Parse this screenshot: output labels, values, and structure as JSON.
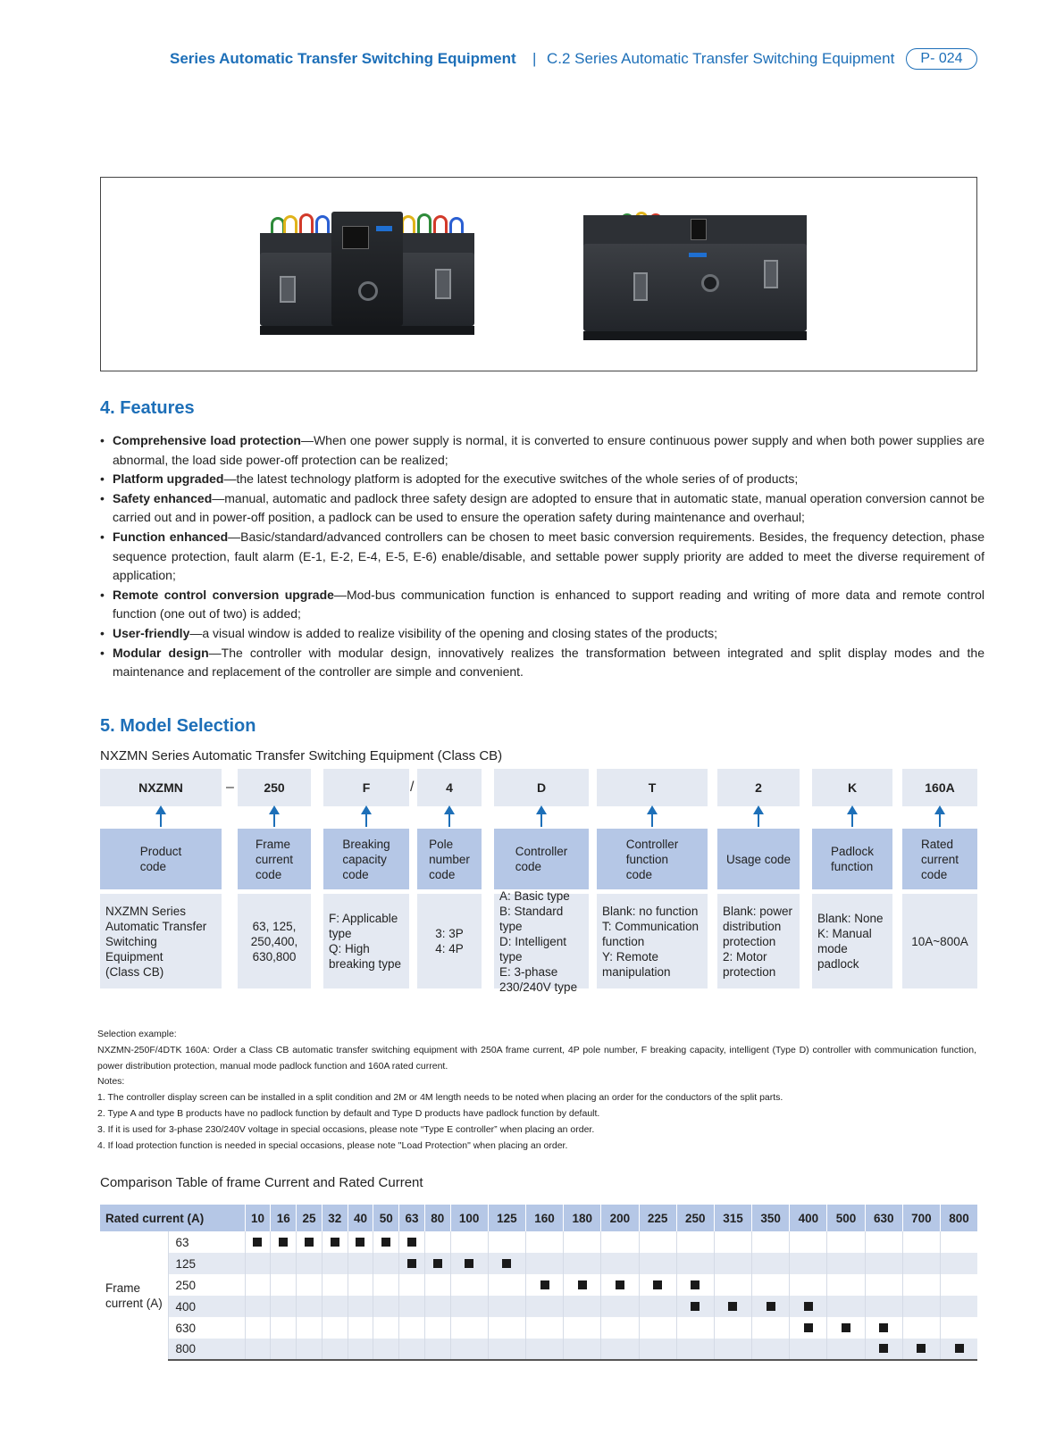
{
  "header": {
    "title_bold": "Series Automatic Transfer Switching Equipment",
    "separator": "|",
    "title_sub": "C.2 Series Automatic Transfer Switching Equipment",
    "page": "P- 024"
  },
  "features": {
    "heading": "4. Features",
    "bullet": "•",
    "items": [
      {
        "name": "Comprehensive load protection",
        "text": "—When one power supply is normal, it is converted to ensure continuous power supply and when both power supplies are abnormal, the load side power-off protection can be realized;"
      },
      {
        "name": "Platform upgraded",
        "text": "—the latest technology platform is adopted for the executive switches of the whole series of of products;"
      },
      {
        "name": "Safety enhanced",
        "text": "—manual, automatic and padlock three safety design are adopted to ensure that in automatic state, manual operation conversion cannot be carried out and in power-off position, a padlock can be used to ensure the operation safety during maintenance and overhaul;"
      },
      {
        "name": "Function enhanced",
        "text": "—Basic/standard/advanced controllers can be chosen to meet basic conversion requirements. Besides, the frequency detection, phase sequence protection, fault alarm (E-1, E-2, E-4, E-5, E-6) enable/disable, and settable power supply priority are added to meet the diverse requirement of application;"
      },
      {
        "name": "Remote control conversion upgrade",
        "text": "—Mod-bus communication function is enhanced to support reading and writing of more data and remote control function (one out of two) is added;"
      },
      {
        "name": "User-friendly",
        "text": "—a visual window is added to realize visibility of the opening and closing states of the products;"
      },
      {
        "name": "Modular design",
        "text": "—The controller with modular design, innovatively realizes the transformation between integrated and split display modes and the maintenance and replacement of the controller are simple and convenient."
      }
    ]
  },
  "model_selection": {
    "heading": "5. Model Selection",
    "subtitle": "NXZMN Series Automatic Transfer Switching Equipment (Class CB)",
    "separators": {
      "dash": "–",
      "slash": "/"
    },
    "columns": [
      {
        "code": "NXZMN",
        "label": [
          "Product",
          "code"
        ],
        "desc": [
          "NXZMN Series",
          "Automatic Transfer",
          "Switching Equipment",
          "(Class CB)"
        ]
      },
      {
        "code": "250",
        "label": [
          "Frame",
          "current",
          "code"
        ],
        "desc": [
          "63, 125,",
          "250,400,",
          "630,800"
        ]
      },
      {
        "code": "F",
        "label": [
          "Breaking",
          "capacity",
          "code"
        ],
        "desc": [
          "F: Applicable",
          "type",
          "Q: High",
          "breaking type"
        ]
      },
      {
        "code": "4",
        "label": [
          "Pole",
          "number",
          "code"
        ],
        "desc": [
          "3: 3P",
          "4: 4P"
        ]
      },
      {
        "code": "D",
        "label": [
          "Controller",
          "code"
        ],
        "desc": [
          "A: Basic type",
          "B: Standard type",
          "D: Intelligent type",
          "E: 3-phase",
          "230/240V type"
        ]
      },
      {
        "code": "T",
        "label": [
          "Controller",
          "function",
          "code"
        ],
        "desc": [
          "Blank: no function",
          "T: Communication",
          "function",
          "Y: Remote",
          "manipulation"
        ]
      },
      {
        "code": "2",
        "label": [
          "Usage code"
        ],
        "desc": [
          "Blank: power",
          "distribution",
          "protection",
          "2: Motor",
          "protection"
        ]
      },
      {
        "code": "K",
        "label": [
          "Padlock",
          "function"
        ],
        "desc": [
          "Blank: None",
          "K: Manual",
          "mode",
          "padlock"
        ]
      },
      {
        "code": "160A",
        "label": [
          "Rated",
          "current",
          "code"
        ],
        "desc": [
          "10A~800A"
        ]
      }
    ]
  },
  "notes": {
    "lines": [
      "Selection example:",
      "NXZMN-250F/4DTK 160A: Order a Class CB automatic transfer switching equipment with 250A frame current, 4P pole number, F breaking capacity, intelligent (Type D) controller with communication function, power distribution protection, manual mode padlock function and 160A rated current.",
      "Notes:",
      "1. The controller display screen can be installed in a split condition and 2M or 4M length needs to be noted when placing an order for the conductors of the split parts.",
      "2. Type A and type B products have no padlock function by default and Type D products have padlock function by default.",
      "3. If it is used for 3-phase 230/240V voltage in special occasions, please note “Type E controller” when placing an order.",
      "4. If load protection function is needed in special occasions, please note \"Load Protection\" when placing an order."
    ]
  },
  "comparison": {
    "title": "Comparison Table of frame Current and Rated Current",
    "header_label": "Rated current (A)",
    "rated": [
      "10",
      "16",
      "25",
      "32",
      "40",
      "50",
      "63",
      "80",
      "100",
      "125",
      "160",
      "180",
      "200",
      "225",
      "250",
      "315",
      "350",
      "400",
      "500",
      "630",
      "700",
      "800"
    ],
    "frame_label": [
      "Frame",
      "current (A)"
    ],
    "rows": [
      {
        "frame": "63",
        "marks": [
          true,
          true,
          true,
          true,
          true,
          true,
          true,
          false,
          false,
          false,
          false,
          false,
          false,
          false,
          false,
          false,
          false,
          false,
          false,
          false,
          false,
          false
        ]
      },
      {
        "frame": "125",
        "marks": [
          false,
          false,
          false,
          false,
          false,
          false,
          true,
          true,
          true,
          true,
          false,
          false,
          false,
          false,
          false,
          false,
          false,
          false,
          false,
          false,
          false,
          false
        ]
      },
      {
        "frame": "250",
        "marks": [
          false,
          false,
          false,
          false,
          false,
          false,
          false,
          false,
          false,
          false,
          true,
          true,
          true,
          true,
          true,
          false,
          false,
          false,
          false,
          false,
          false,
          false
        ]
      },
      {
        "frame": "400",
        "marks": [
          false,
          false,
          false,
          false,
          false,
          false,
          false,
          false,
          false,
          false,
          false,
          false,
          false,
          false,
          true,
          true,
          true,
          true,
          false,
          false,
          false,
          false
        ]
      },
      {
        "frame": "630",
        "marks": [
          false,
          false,
          false,
          false,
          false,
          false,
          false,
          false,
          false,
          false,
          false,
          false,
          false,
          false,
          false,
          false,
          false,
          true,
          true,
          true,
          false,
          false
        ]
      },
      {
        "frame": "800",
        "marks": [
          false,
          false,
          false,
          false,
          false,
          false,
          false,
          false,
          false,
          false,
          false,
          false,
          false,
          false,
          false,
          false,
          false,
          false,
          false,
          true,
          true,
          true
        ]
      }
    ]
  }
}
